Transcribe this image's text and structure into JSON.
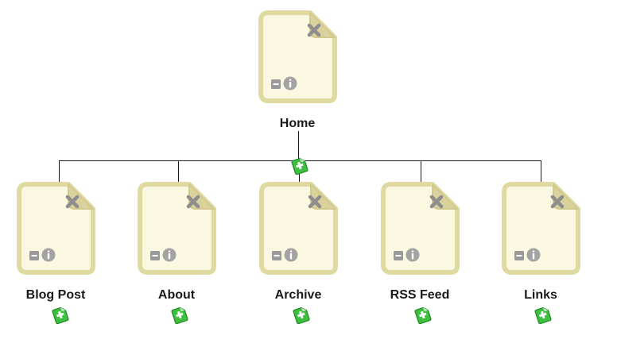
{
  "root": {
    "label": "Home"
  },
  "children": [
    {
      "label": "Blog Post"
    },
    {
      "label": "About"
    },
    {
      "label": "Archive"
    },
    {
      "label": "RSS Feed"
    },
    {
      "label": "Links"
    }
  ],
  "icons": {
    "page": "page-document-icon",
    "delete": "close-x-icon",
    "collapse": "minus-icon",
    "info": "info-icon",
    "add": "add-page-plus-icon"
  },
  "colors": {
    "page_fill": "#fbf8e1",
    "page_border": "#e0d9a2",
    "page_fold": "#d9d29c",
    "control_gray": "#8d8d8d",
    "add_green": "#3fbf3f",
    "connector": "#1a1a1a",
    "label_text": "#1a1a1a"
  }
}
